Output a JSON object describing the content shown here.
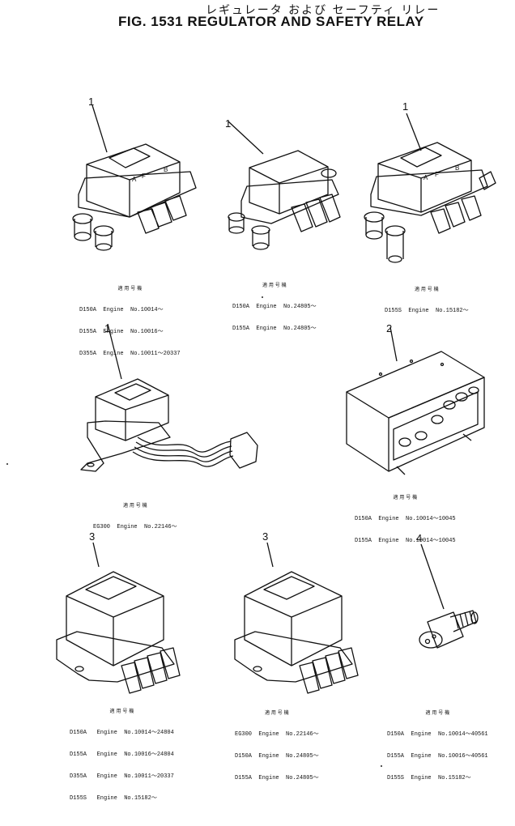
{
  "header": {
    "title_jp": "レギュレータ および セーフティ リレー",
    "title": "FIG. 1531  REGULATOR AND SAFETY RELAY"
  },
  "parts": [
    {
      "num": "1",
      "heading": "適 用 号 機",
      "lines": [
        "D150A  Engine  No.10014～",
        "D155A  Engine  No.10016～",
        "D355A  Engine  No.10011～20337"
      ]
    },
    {
      "num": "1",
      "heading": "適 用 号 機",
      "lines": [
        "D150A  Engine  No.24805～",
        "D155A  Engine  No.24805～"
      ]
    },
    {
      "num": "1",
      "heading": "適 用 号 機",
      "lines": [
        "D155S  Engine  No.15182～"
      ]
    },
    {
      "num": "1",
      "heading": "適 用 号 機",
      "lines": [
        "EG300  Engine  No.22146～"
      ]
    },
    {
      "num": "2",
      "heading": "適 用 号 機",
      "lines": [
        "D150A  Engine  No.10014～10045",
        "D155A  Engine  No.10014～10045"
      ]
    },
    {
      "num": "3",
      "heading": "適 用 号 機",
      "lines": [
        "D150A   Engine  No.10014～24804",
        "D155A   Engine  No.10016～24804",
        "D355A   Engine  No.10011～20337",
        "D155S   Engine  No.15182～"
      ]
    },
    {
      "num": "3",
      "heading": "適 用 号 機",
      "lines": [
        "EG300  Engine  No.22146～",
        "D150A  Engine  No.24805～",
        "D155A  Engine  No.24805～"
      ]
    },
    {
      "num": "4",
      "heading": "適 用 号 機",
      "lines": [
        "D150A  Engine  No.10014～40561",
        "D155A  Engine  No.10016～40561",
        "D155S  Engine  No.15182～"
      ]
    }
  ],
  "box_labels": [
    "A",
    "F",
    "B"
  ]
}
